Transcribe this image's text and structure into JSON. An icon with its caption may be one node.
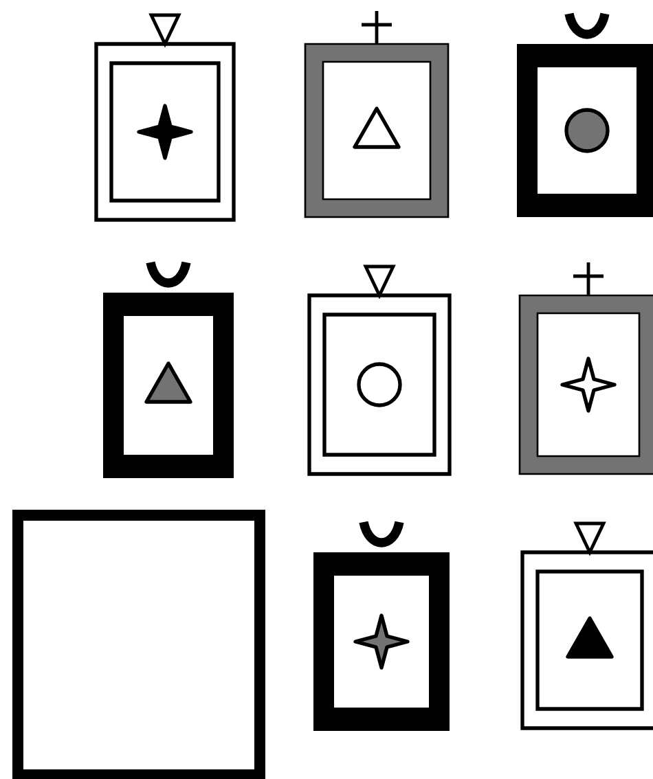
{
  "diagram": {
    "nodes": [
      {
        "text": [],
        "shape": "picture"
      },
      {
        "text": [],
        "shape": "picture"
      },
      {
        "text": [],
        "shape": "picture"
      },
      {
        "text": [],
        "shape": "picture"
      },
      {
        "text": [],
        "shape": "picture"
      },
      {
        "text": [],
        "shape": "picture"
      },
      {
        "text": [],
        "shape": "box"
      },
      {
        "text": [],
        "shape": "picture"
      },
      {
        "text": [],
        "shape": "picture"
      }
    ]
  }
}
